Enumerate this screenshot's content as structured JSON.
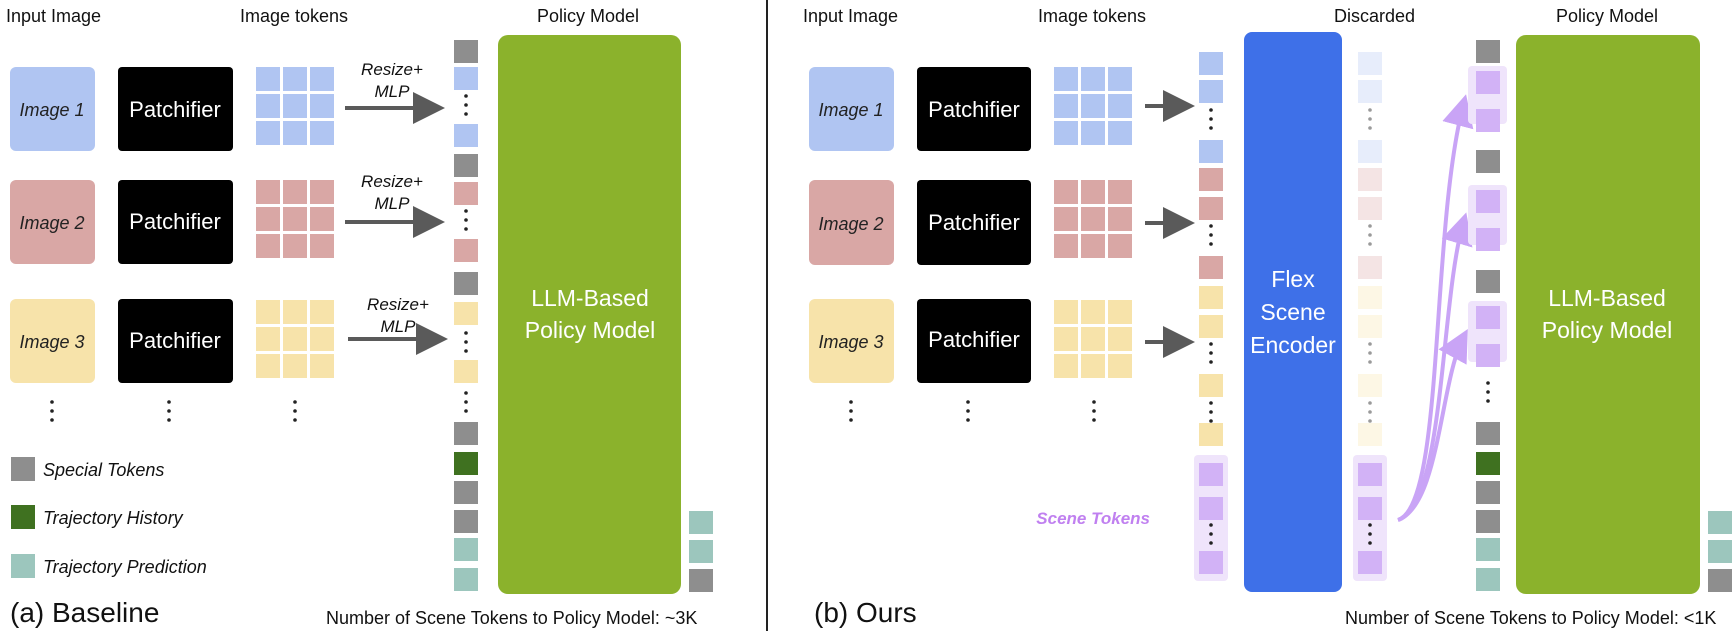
{
  "colors": {
    "img1": "#b0c5f2",
    "img2": "#d9a7a5",
    "img3": "#f7e3aa",
    "special": "#8e8e8e",
    "history": "#3f7120",
    "prediction": "#9cc6bd",
    "scene": "#d2b2f6",
    "scene_bg": "#efe4fb",
    "policy": "#8bb22c",
    "encoder": "#3e70e8",
    "arrow": "#5a5a5a",
    "scene_arrow": "#c9a4f6"
  },
  "baseline": {
    "headers": {
      "input": "Input Image",
      "tokens": "Image tokens",
      "policy": "Policy Model"
    },
    "images": [
      "Image 1",
      "Image 2",
      "Image 3"
    ],
    "patchifier": "Patchifier",
    "arrow_label_1": "Resize+",
    "arrow_label_2": "MLP",
    "policy_line1": "LLM-Based",
    "policy_line2": "Policy Model",
    "title": "(a) Baseline",
    "footer": "Number of Scene Tokens to Policy Model: ~3K"
  },
  "legend": {
    "special": "Special Tokens",
    "history": "Trajectory History",
    "prediction": "Trajectory Prediction"
  },
  "ours": {
    "headers": {
      "input": "Input Image",
      "tokens": "Image tokens",
      "discarded": "Discarded",
      "policy": "Policy Model"
    },
    "images": [
      "Image 1",
      "Image 2",
      "Image 3"
    ],
    "patchifier": "Patchifier",
    "encoder_line1": "Flex",
    "encoder_line2": "Scene",
    "encoder_line3": "Encoder",
    "scene_tokens": "Scene Tokens",
    "policy_line1": "LLM-Based",
    "policy_line2": "Policy Model",
    "title": "(b) Ours",
    "footer": "Number of Scene Tokens to Policy Model: <1K"
  }
}
